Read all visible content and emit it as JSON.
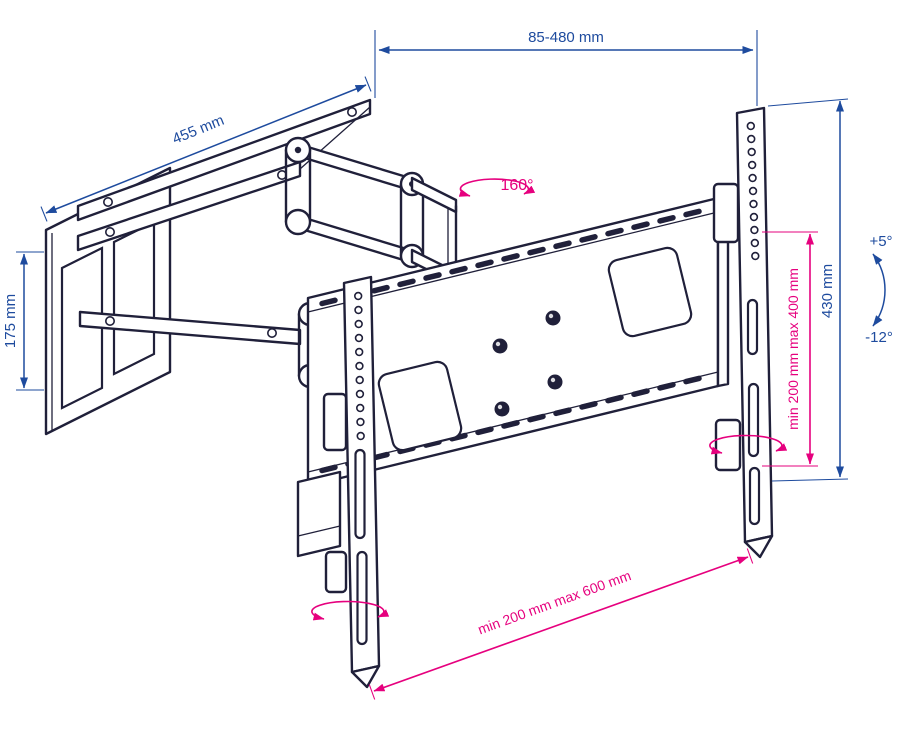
{
  "colors": {
    "structure": "#20203a",
    "dimension_blue": "#1e4b9e",
    "dimension_pink": "#e6007e",
    "background": "#ffffff"
  },
  "annotations": {
    "extension_range": "85-480 mm",
    "wall_plate_width": "455 mm",
    "wall_plate_height": "175 mm",
    "swivel_angle": "160°",
    "vesa_vertical": "min 200 mm max 400 mm",
    "rail_height": "430 mm",
    "tilt_up": "+5°",
    "tilt_down": "-12°",
    "vesa_horizontal": "min 200 mm max 600 mm"
  }
}
